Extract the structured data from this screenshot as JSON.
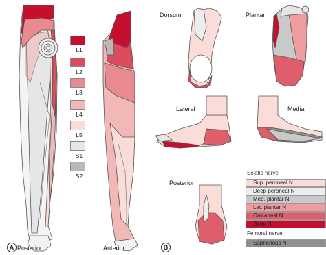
{
  "panel_a": {
    "letter": "A",
    "views": [
      "Posterior",
      "Anterior"
    ],
    "dermatome_key": [
      {
        "label": "L1",
        "color": "#c4102e"
      },
      {
        "label": "L2",
        "color": "#dc4c5e"
      },
      {
        "label": "L3",
        "color": "#e88a90"
      },
      {
        "label": "L4",
        "color": "#f2b7b7"
      },
      {
        "label": "L5",
        "color": "#fadcd8"
      },
      {
        "label": "S1",
        "color": "#e6e6e6"
      },
      {
        "label": "S2",
        "color": "#b9b9b9"
      }
    ]
  },
  "panel_b": {
    "letter": "B",
    "views": {
      "dorsum": "Dorsum",
      "plantar": "Plantar",
      "lateral": "Lateral",
      "medial": "Medial",
      "posterior": "Posterior"
    },
    "sciatic_header": "Sciatic nerve",
    "sciatic_items": [
      {
        "label": "Sup. peroneal N",
        "color": "#fadcd8"
      },
      {
        "label": "Deep peroneal N",
        "color": "#ededed"
      },
      {
        "label": "Med. plantar N",
        "color": "#c9c9c9"
      },
      {
        "label": "Lat. plantar N",
        "color": "#ee9ca0"
      },
      {
        "label": "Calcaneal N",
        "color": "#df5e6b"
      },
      {
        "label": "Sural N",
        "color": "#c4102e"
      }
    ],
    "femoral_header": "Femoral nerve",
    "femoral_items": [
      {
        "label": "Saphenous N",
        "color": "#8f8f8f"
      }
    ]
  }
}
